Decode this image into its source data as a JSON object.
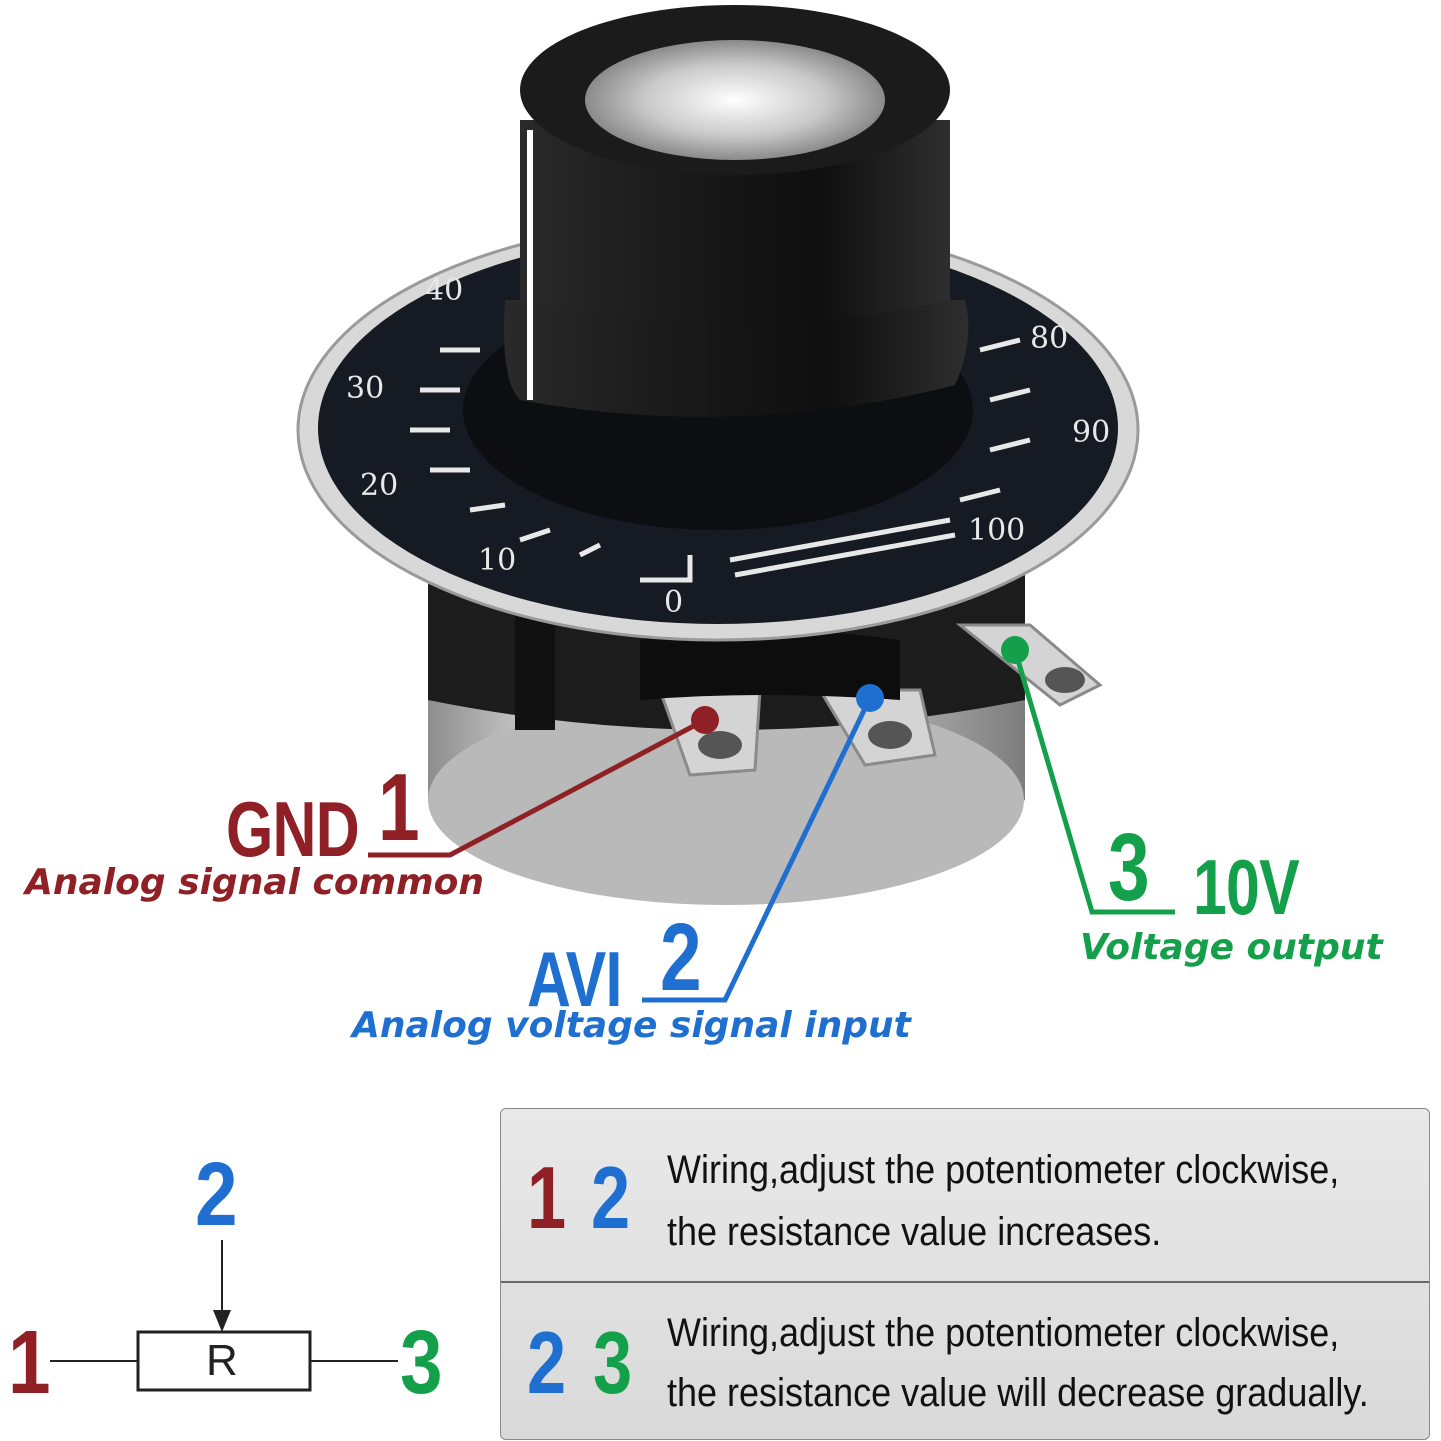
{
  "pins": {
    "pin1": {
      "number": "1",
      "name": "GND",
      "description": "Analog signal common",
      "color": "#8f2025"
    },
    "pin2": {
      "number": "2",
      "name": "AVI",
      "description": "Analog voltage signal input",
      "color": "#1f6fd0"
    },
    "pin3": {
      "number": "3",
      "name": "10V",
      "description": "Voltage output",
      "color": "#14a04a"
    }
  },
  "dial": {
    "scale_labels": [
      "0",
      "10",
      "20",
      "30",
      "40",
      "80",
      "90",
      "100"
    ]
  },
  "schematic": {
    "resistor_label": "R",
    "wiper_number": "2",
    "left_number": "1",
    "right_number": "3"
  },
  "table": {
    "rows": [
      {
        "first": "1",
        "second": "2",
        "line1": "Wiring,adjust the potentiometer clockwise,",
        "line2": "the resistance value  increases."
      },
      {
        "first": "2",
        "second": "3",
        "line1": "Wiring,adjust the potentiometer clockwise,",
        "line2": "the resistance value  will decrease gradually."
      }
    ]
  }
}
